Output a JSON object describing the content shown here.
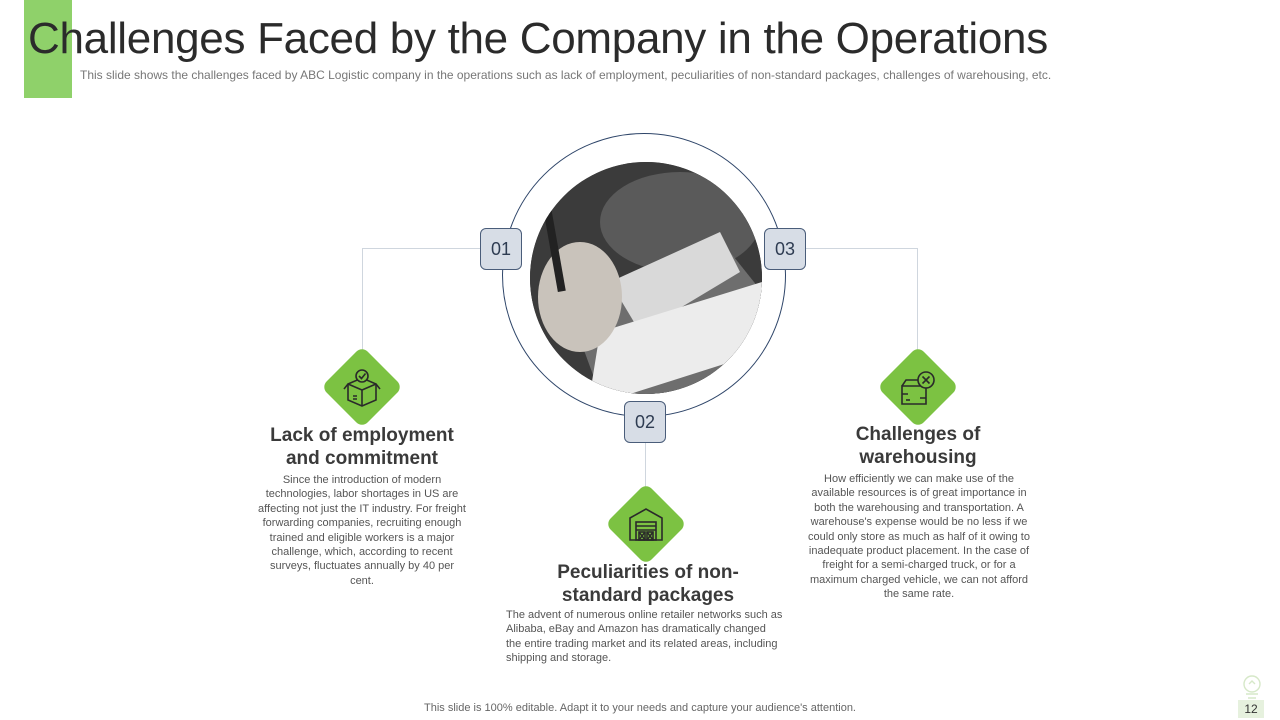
{
  "header": {
    "title": "Challenges Faced by the Company in the Operations",
    "subtitle": "This slide shows the challenges faced by ABC Logistic company in the operations such as lack of employment, peculiarities of non-standard packages, challenges of warehousing, etc."
  },
  "items": [
    {
      "number": "01",
      "icon": "box-check-icon",
      "title_line1": "Lack of employment",
      "title_line2": "and commitment",
      "text": "Since the introduction of modern technologies, labor shortages in US are affecting not just the IT industry. For freight forwarding companies, recruiting enough trained and eligible workers is a major challenge, which, according to recent surveys, fluctuates annually by 40 per cent."
    },
    {
      "number": "02",
      "icon": "warehouse-icon",
      "title_line1": "Peculiarities of non-",
      "title_line2": "standard packages",
      "text": "The advent of numerous online retailer networks such as Alibaba, eBay and Amazon has dramatically changed the entire trading market and its related areas, including shipping and storage."
    },
    {
      "number": "03",
      "icon": "package-cross-icon",
      "title_line1": "Challenges of",
      "title_line2": "warehousing",
      "text": "How efficiently we can make use of the available resources is of great importance in both the warehousing and transportation. A warehouse's expense would be no less if we could only store as much as half of it owing to inadequate product placement. In the case of freight for a semi-charged truck, or for a maximum charged vehicle, we can not afford the same rate."
    }
  ],
  "footer": {
    "note": "This slide is 100% editable. Adapt it to your needs and capture your audience's attention.",
    "page_number": "12"
  },
  "colors": {
    "accent": "#8fd16a",
    "diamond": "#7cc242",
    "ring": "#2e4569",
    "number_box": "#d7dde6"
  }
}
